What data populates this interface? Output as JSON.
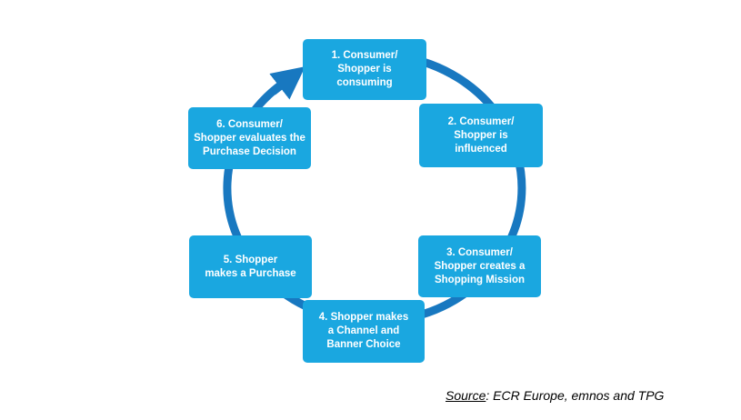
{
  "diagram": {
    "steps": [
      {
        "label": "1. Consumer/\nShopper is\nconsuming"
      },
      {
        "label": "2. Consumer/\nShopper is\ninfluenced"
      },
      {
        "label": "3. Consumer/\nShopper creates a\nShopping Mission"
      },
      {
        "label": "4. Shopper makes\na Channel and\nBanner Choice"
      },
      {
        "label": "5. Shopper\nmakes a Purchase"
      },
      {
        "label": "6. Consumer/\nShopper evaluates the\nPurchase Decision"
      }
    ],
    "colors": {
      "box": "#1aa7e0",
      "ring": "#1878c0",
      "text": "#ffffff"
    }
  },
  "source": {
    "label": "Source",
    "text": ": ECR Europe, emnos and TPG"
  }
}
